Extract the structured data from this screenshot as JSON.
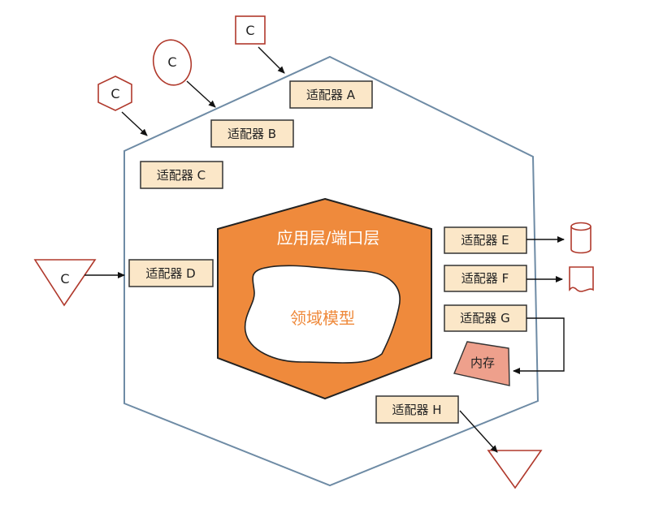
{
  "diagram": {
    "inner_layer_label": "应用层/端口层",
    "domain_model_label": "领域模型",
    "memory_label": "内存",
    "client_label": "C",
    "adapters": {
      "A": "适配器 A",
      "B": "适配器 B",
      "C": "适配器 C",
      "D": "适配器 D",
      "E": "适配器 E",
      "F": "适配器 F",
      "G": "适配器 G",
      "H": "适配器 H"
    },
    "colors": {
      "outer_hexagon": "#6e8ba5",
      "inner_hexagon": "#ef8a3c",
      "adapter_fill": "#fbe7c8",
      "client_stroke": "#b0392c",
      "memory_fill": "#eea08c",
      "domain_text": "#ef8a3c"
    }
  }
}
